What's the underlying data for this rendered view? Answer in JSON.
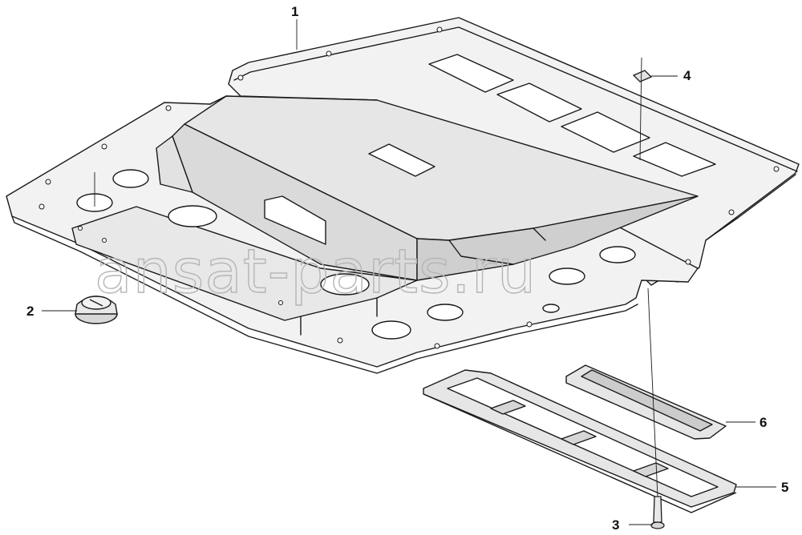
{
  "callouts": [
    {
      "id": "1",
      "label": "1"
    },
    {
      "id": "2",
      "label": "2"
    },
    {
      "id": "3",
      "label": "3"
    },
    {
      "id": "4",
      "label": "4"
    },
    {
      "id": "5",
      "label": "5"
    },
    {
      "id": "6",
      "label": "6"
    }
  ],
  "watermark": "ansat-parts.ru",
  "colors": {
    "line": "#1a1a1a",
    "panel_fill": "#f2f2f2",
    "raised_fill": "#e2e2e2",
    "shadow_fill": "#cfcfcf",
    "watermark": "#b5b5b5"
  }
}
